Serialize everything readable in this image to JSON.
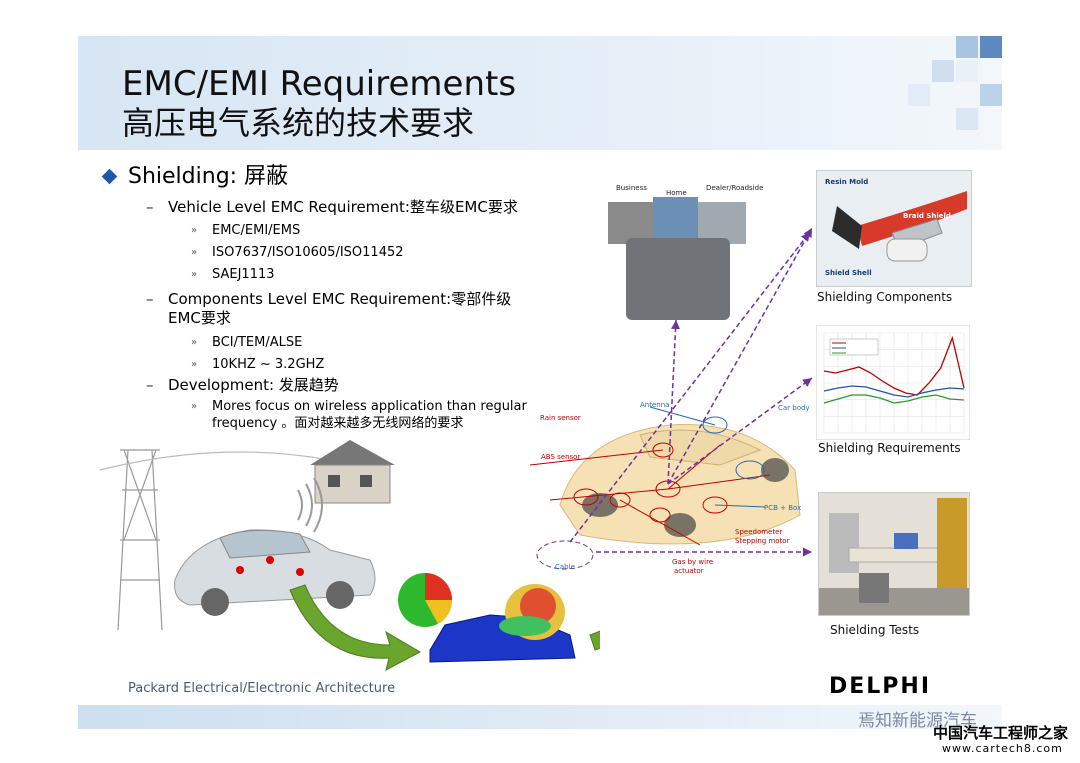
{
  "header": {
    "title_en": "EMC/EMI Requirements",
    "title_zh": "高压电气系统的技术要求"
  },
  "bullets": {
    "main": "Shielding: 屏蔽",
    "vehicle_level": "Vehicle Level EMC Requirement:整车级EMC要求",
    "vehicle_items": [
      "EMC/EMI/EMS",
      "ISO7637/ISO10605/ISO11452",
      "SAEJ1113"
    ],
    "component_level_line1": "Components Level EMC Requirement:零部件级",
    "component_level_line2": "EMC要求",
    "component_items": [
      "BCI/TEM/ALSE",
      "10KHZ ~ 3.2GHZ"
    ],
    "development": "Development: 发展趋势",
    "development_item_line1": "Mores focus on wireless application than regular",
    "development_item_line2": "frequency 。面对越来越多无线网络的要求"
  },
  "env_photo": {
    "labels": [
      "Business",
      "Home",
      "Dealer/Roadside"
    ]
  },
  "car_diagram": {
    "labels": {
      "rain_sensor": "Rain sensor",
      "antenna": "Antenna",
      "car_body": "Car body",
      "abs_sensor": "ABS sensor",
      "pcb_box": "PCB + Box",
      "speedometer": "Speedometer",
      "stepping_motor": "Stepping motor",
      "gas_by_wire": "Gas by wire",
      "actuator": "actuator",
      "cable": "Cable"
    }
  },
  "shield_photo": {
    "labels": [
      "Resin Mold",
      "Braid Shield",
      "Shield Shell"
    ]
  },
  "captions": {
    "shielding_components": "Shielding Components",
    "shielding_requirements": "Shielding Requirements",
    "shielding_tests": "Shielding Tests"
  },
  "footer": {
    "text": "Packard Electrical/Electronic Architecture",
    "logo": "DELPHI",
    "watermark": "焉知新能源汽车",
    "site_name": "中国汽车工程师之家",
    "site_url": "www.cartech8.com"
  },
  "colors": {
    "header_band": "#d7e6f4",
    "accent_blue": "#1f57a8",
    "dashed_arrow": "#7030a0",
    "green_arrow": "#6aa52d",
    "red_label": "#c00000"
  },
  "chart_data": {
    "type": "line",
    "title": "",
    "xlabel": "",
    "ylabel": "",
    "series": [
      {
        "values": [
          0.62,
          0.6,
          0.63,
          0.66,
          0.6,
          0.52,
          0.45,
          0.4,
          0.38,
          0.5,
          0.65,
          0.95,
          0.45
        ]
      },
      {
        "values": [
          0.42,
          0.45,
          0.47,
          0.46,
          0.42,
          0.38,
          0.36,
          0.4,
          0.43,
          0.45,
          0.44
        ]
      },
      {
        "values": [
          0.3,
          0.34,
          0.38,
          0.38,
          0.35,
          0.3,
          0.32,
          0.36,
          0.38,
          0.34,
          0.33
        ]
      }
    ],
    "legend_position": "top-left",
    "grid": true
  }
}
